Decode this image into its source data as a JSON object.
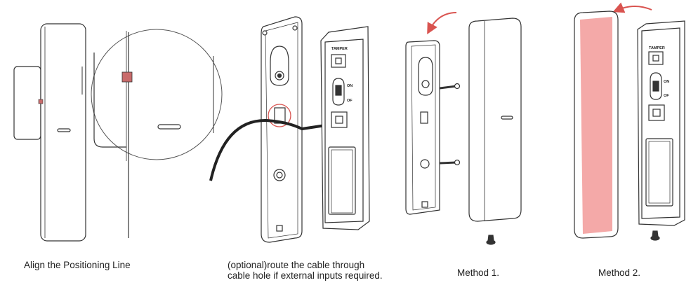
{
  "captions": {
    "step1": "Align the Positioning Line",
    "step2_line1": "(optional)route the cable through",
    "step2_line2": "cable hole if external inputs required.",
    "method1": "Method 1.",
    "method2": "Method 2."
  },
  "labels": {
    "tamper": "TAMPER",
    "on": "ON",
    "off": "OF"
  },
  "colors": {
    "stroke": "#333333",
    "highlight": "#f4a9a8",
    "marker": "#c96b6b",
    "arrow": "#d9534f"
  }
}
